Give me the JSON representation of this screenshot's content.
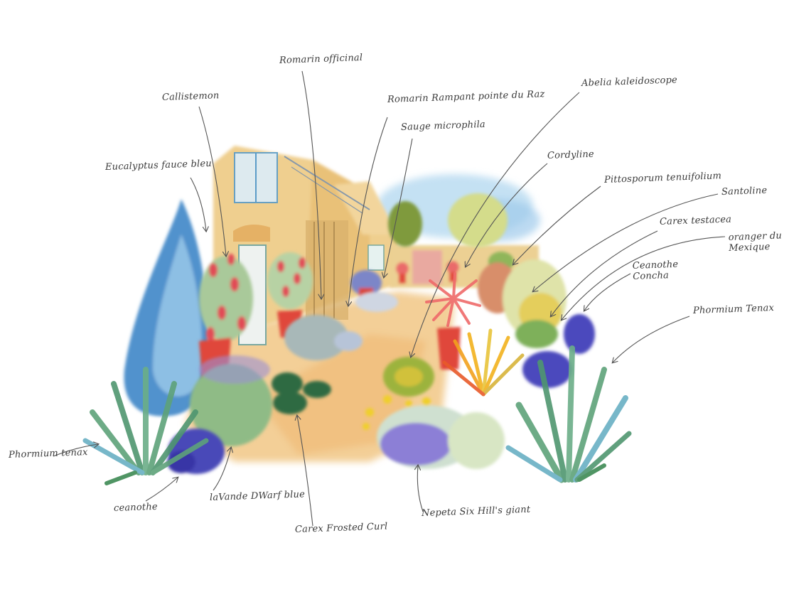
{
  "title": "Garden planting plan — watercolour courtyard with annotated plants",
  "colors": {
    "background": "#ffffff",
    "ink": "#3a3a3a",
    "wall": "#ecc98a",
    "path": "#f2c98e",
    "cypress_blue": "#3e86c8",
    "lavender": "#6b63c3",
    "phormium_green": "#5ea27a",
    "terracotta_pot": "#e0473a",
    "cordyline_red": "#ef6a6a",
    "carex_gold": "#f2b21e",
    "sky": "#a9d2ee"
  },
  "labels": [
    {
      "id": "romarin-officinal",
      "text": "Romarin officinal"
    },
    {
      "id": "romarin-rampant",
      "text": "Romarin Rampant pointe du Raz"
    },
    {
      "id": "sauge-microphila",
      "text": "Sauge microphila"
    },
    {
      "id": "callistemon",
      "text": "Callistemon"
    },
    {
      "id": "eucalyptus",
      "text": "Eucalyptus fauce bleu"
    },
    {
      "id": "abelia",
      "text": "Abelia kaleidoscope"
    },
    {
      "id": "cordyline",
      "text": "Cordyline"
    },
    {
      "id": "pittosporum",
      "text": "Pittosporum tenuifolium"
    },
    {
      "id": "santoline",
      "text": "Santoline"
    },
    {
      "id": "carex-testacea",
      "text": "Carex testacea"
    },
    {
      "id": "oranger-mexique",
      "text": "oranger du\nMexique"
    },
    {
      "id": "ceanothe-concha",
      "text": "Ceanothe\nConcha"
    },
    {
      "id": "phormium-right",
      "text": "Phormium Tenax"
    },
    {
      "id": "phormium-left",
      "text": "Phormium tenax"
    },
    {
      "id": "ceanothe",
      "text": "ceanothe"
    },
    {
      "id": "lavande",
      "text": "laVande DWarf blue"
    },
    {
      "id": "carex-frosted",
      "text": "Carex Frosted Curl"
    },
    {
      "id": "nepeta",
      "text": "Nepeta Six Hill's giant"
    }
  ]
}
